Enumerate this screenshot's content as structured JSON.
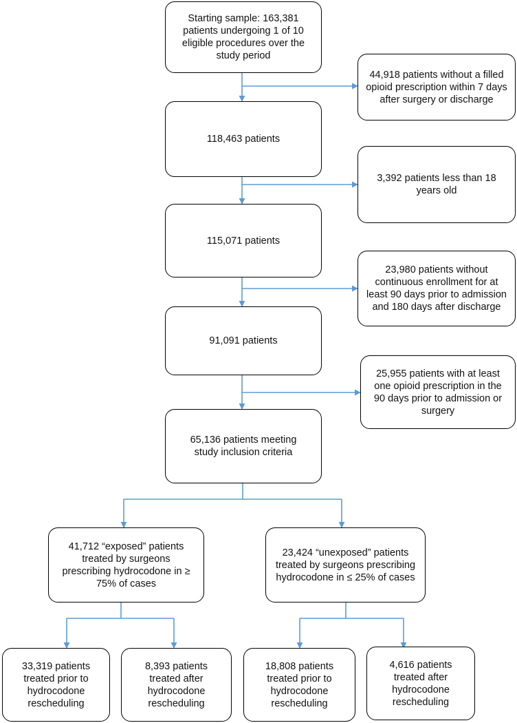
{
  "flowchart": {
    "main": [
      {
        "id": "start",
        "text": "Starting sample: 163,381 patients undergoing 1 of 10 eligible procedures over the study period"
      },
      {
        "id": "n118463",
        "text": "118,463 patients"
      },
      {
        "id": "n115071",
        "text": "115,071 patients"
      },
      {
        "id": "n91091",
        "text": "91,091 patients"
      },
      {
        "id": "n65136",
        "text": "65,136 patients meeting study inclusion criteria"
      }
    ],
    "exclusions": [
      {
        "id": "ex1",
        "text": "44,918 patients without a filled opioid prescription within 7 days after surgery or discharge"
      },
      {
        "id": "ex2",
        "text": "3,392 patients less than 18 years old"
      },
      {
        "id": "ex3",
        "text": "23,980 patients without continuous enrollment for at least 90 days prior to admission and 180 days after discharge"
      },
      {
        "id": "ex4",
        "text": "25,955 patients with at least one opioid prescription in the 90 days prior to admission or surgery"
      }
    ],
    "groups": [
      {
        "id": "exposed",
        "text": "41,712 “exposed” patients treated by surgeons prescribing hydrocodone in ≥ 75% of cases"
      },
      {
        "id": "unexposed",
        "text": "23,424 “unexposed” patients treated by surgeons prescribing hydrocodone in ≤ 25% of cases"
      }
    ],
    "subgroups": [
      {
        "id": "exp-prior",
        "text": "33,319 patients treated prior to hydrocodone rescheduling"
      },
      {
        "id": "exp-after",
        "text": "8,393 patients treated after hydrocodone rescheduling"
      },
      {
        "id": "unexp-prior",
        "text": "18,808 patients treated prior to hydrocodone rescheduling"
      },
      {
        "id": "unexp-after",
        "text": "4,616 patients treated after hydrocodone rescheduling"
      }
    ],
    "colors": {
      "connector": "#5b9bd5",
      "box_border": "#000000"
    }
  }
}
